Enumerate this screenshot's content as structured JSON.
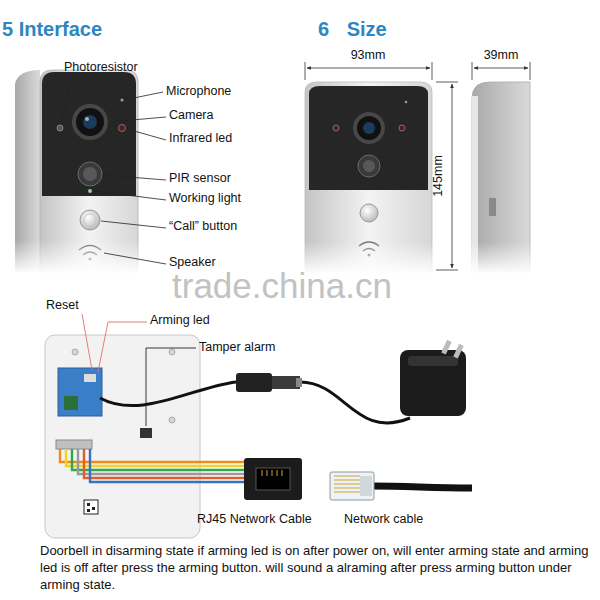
{
  "diagram": {
    "caption": "Doorbell in disarming state if arming led is on after power on, will enter arming state and arming led is off after press the arming button. will sound a alraming after press arming button under arming state.",
    "labels": [
      "5 Interface",
      "6 Size",
      "Photoresistor",
      "Microphone",
      "Camera",
      "Infrared led",
      "PIR sensor",
      "Working light",
      "“Call” button",
      "Speaker",
      "93mm",
      "39mm",
      "145mm",
      "trade.china.cn",
      "Reset",
      "Arming led",
      "Tamper alarm",
      "RJ45 Network Cable",
      "Network cable"
    ]
  }
}
